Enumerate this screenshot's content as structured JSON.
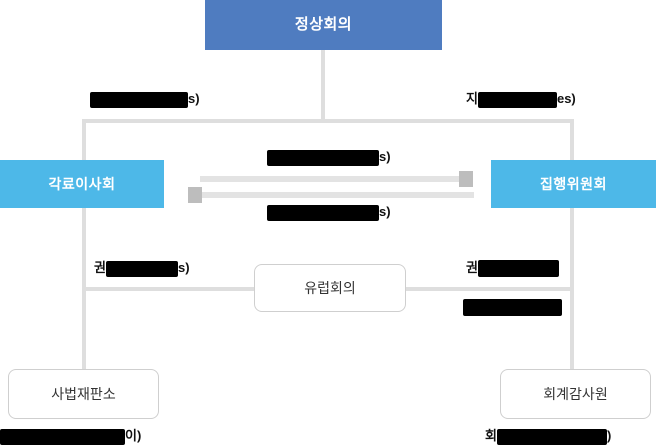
{
  "diagram": {
    "type": "organization-chart",
    "nodes": {
      "summit": {
        "label": "정상회의"
      },
      "council_of_ministers": {
        "label": "각료이사회"
      },
      "executive_committee": {
        "label": "집행위원회"
      },
      "european_assembly": {
        "label": "유럽회의"
      },
      "court_of_justice": {
        "label": "사법재판소"
      },
      "court_of_auditors": {
        "label": "회계감사원"
      }
    },
    "edge_labels": {
      "summit_to_ministers": {
        "prefix": "",
        "redacted": true,
        "suffix": "s)"
      },
      "summit_to_executive": {
        "prefix": "지",
        "redacted": true,
        "suffix": "es)"
      },
      "mutual_top": {
        "prefix": "",
        "redacted": true,
        "suffix": "s)"
      },
      "mutual_bottom": {
        "prefix": "",
        "redacted": true,
        "suffix": "s)"
      },
      "ministers_to_assembly": {
        "prefix": "권",
        "redacted": true,
        "suffix": "s)"
      },
      "executive_to_assembly_upper": {
        "prefix": "권",
        "redacted": true,
        "suffix": ""
      },
      "executive_to_assembly_lower": {
        "prefix": "",
        "redacted": true,
        "suffix": ""
      },
      "court_of_justice_note": {
        "prefix": "",
        "redacted": true,
        "suffix": "이)"
      },
      "court_of_auditors_note": {
        "prefix": "회",
        "redacted": true,
        "suffix": ")"
      }
    },
    "colors": {
      "primary": "#4f7cc0",
      "secondary": "#4db8e8",
      "line": "#dedede",
      "arrow": "#e3e3e3",
      "arrow_head": "#bdbdbd",
      "box_border": "#cfcfcf",
      "redaction": "#000000"
    }
  }
}
